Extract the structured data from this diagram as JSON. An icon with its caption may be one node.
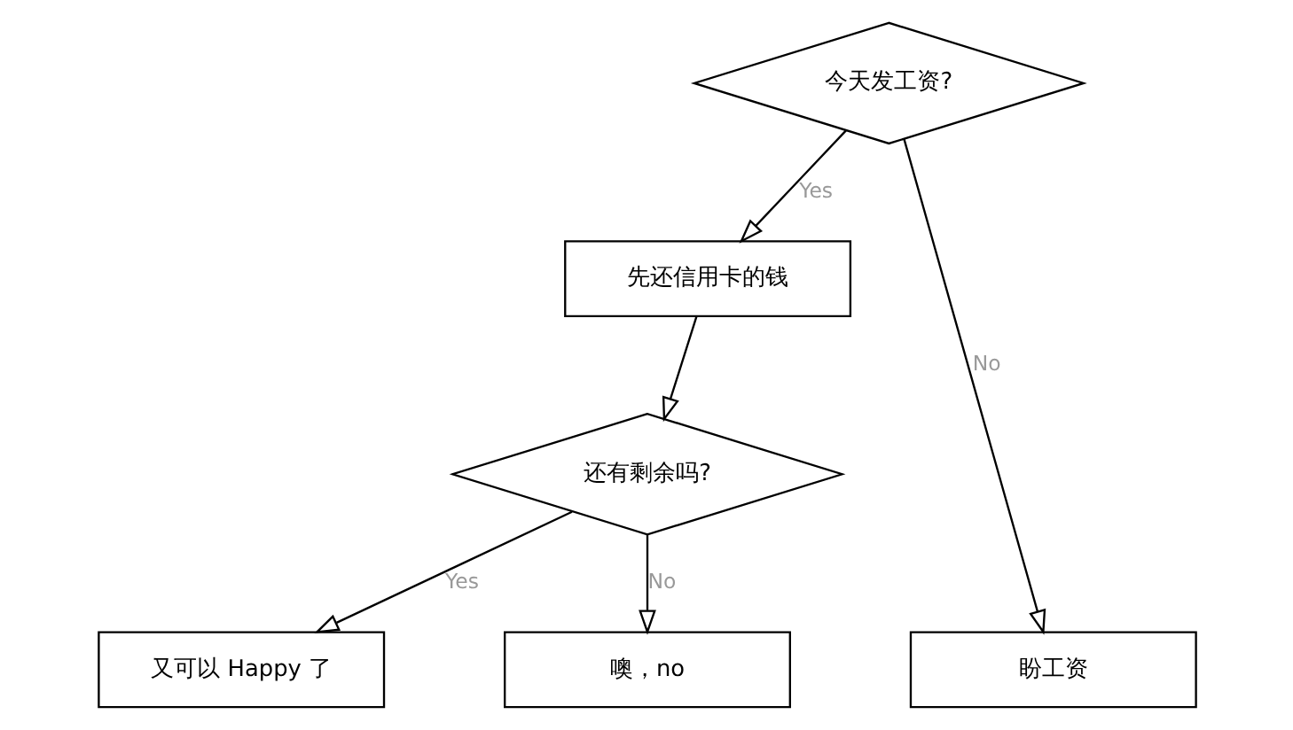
{
  "diagram": {
    "nodes": [
      {
        "text": [
          "今天发工资?"
        ]
      },
      {
        "text": [
          "先还信用卡的钱"
        ]
      },
      {
        "text": [
          "还有剩余吗?"
        ]
      },
      {
        "text": [
          "又可以 Happy 了"
        ]
      },
      {
        "text": [
          "噢，no"
        ]
      },
      {
        "text": [
          "盼工资"
        ]
      }
    ],
    "edges": [
      {
        "from": 0,
        "to": 1,
        "arrow": "to",
        "label": "Yes"
      },
      {
        "from": 1,
        "to": 2,
        "arrow": "to"
      },
      {
        "from": 2,
        "to": 3,
        "arrow": "to",
        "label": "Yes"
      },
      {
        "from": 2,
        "to": 4,
        "arrow": "to",
        "label": "No"
      },
      {
        "from": 0,
        "to": 5,
        "arrow": "to",
        "label": "No"
      }
    ]
  }
}
